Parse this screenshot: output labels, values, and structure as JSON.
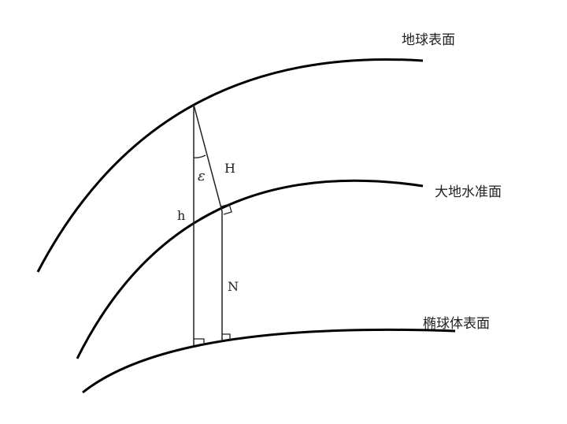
{
  "surfaces": {
    "earth_surface": "地球表面",
    "geoid": "大地水准面",
    "ellipsoid": "椭球体表面"
  },
  "symbols": {
    "h": "h",
    "H": "H",
    "N": "N",
    "epsilon": "ε"
  }
}
